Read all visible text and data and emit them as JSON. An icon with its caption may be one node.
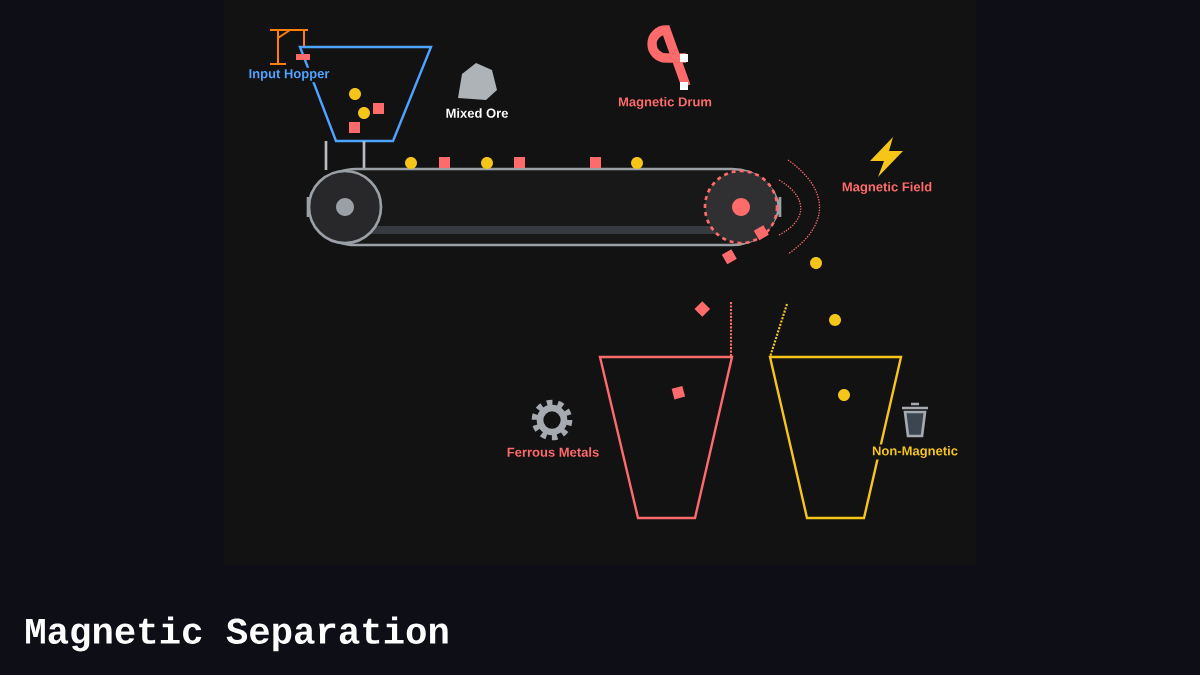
{
  "diagram": {
    "title": "Magnetic Separation",
    "nodes": [
      {
        "text": [
          "Input Hopper"
        ]
      },
      {
        "text": [
          "Mixed Ore"
        ]
      },
      {
        "text": [
          "Magnetic Drum"
        ]
      },
      {
        "text": [
          "Magnetic Field"
        ]
      },
      {
        "text": [
          "Ferrous Metals"
        ]
      },
      {
        "text": [
          "Non-Magnetic"
        ]
      }
    ]
  }
}
